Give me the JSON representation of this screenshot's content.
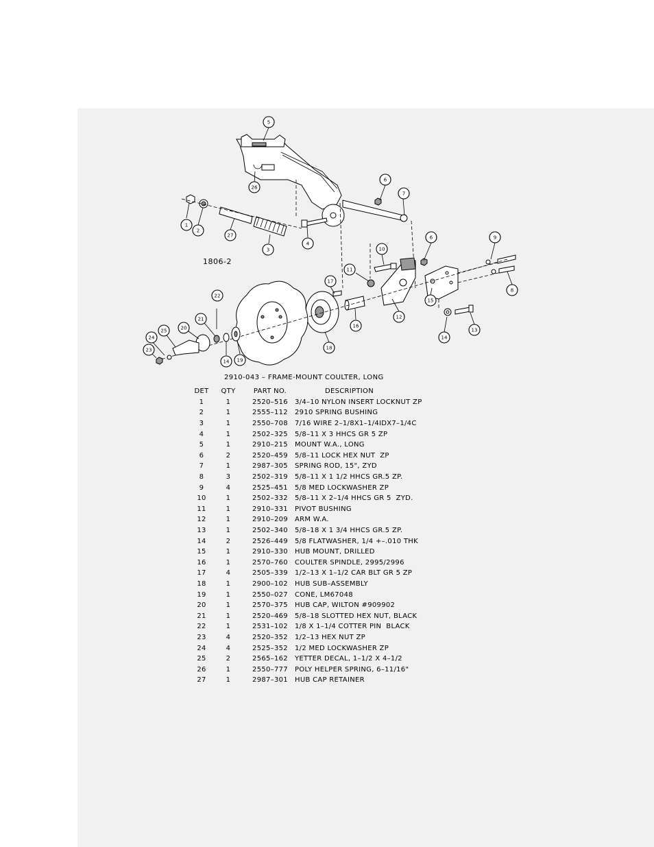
{
  "figure_label": "1806-2",
  "table_title": "2910-043 – FRAME-MOUNT COULTER, LONG",
  "columns": [
    "DET",
    "QTY",
    "PART NO.",
    "DESCRIPTION"
  ],
  "rows": [
    {
      "det": "1",
      "qty": "1",
      "part": "2520–516",
      "desc": "3/4–10 NYLON INSERT LOCKNUT ZP"
    },
    {
      "det": "2",
      "qty": "1",
      "part": "2555–112",
      "desc": "2910 SPRING BUSHING"
    },
    {
      "det": "3",
      "qty": "1",
      "part": "2550–708",
      "desc": "7/16 WIRE 2–1/8X1–1/4IDX7–1/4C"
    },
    {
      "det": "4",
      "qty": "1",
      "part": "2502–325",
      "desc": "5/8–11 X 3 HHCS GR 5 ZP"
    },
    {
      "det": "5",
      "qty": "1",
      "part": "2910–215",
      "desc": "MOUNT W.A., LONG"
    },
    {
      "det": "6",
      "qty": "2",
      "part": "2520–459",
      "desc": "5/8–11 LOCK HEX NUT  ZP"
    },
    {
      "det": "7",
      "qty": "1",
      "part": "2987–305",
      "desc": "SPRING ROD, 15\", ZYD"
    },
    {
      "det": "8",
      "qty": "3",
      "part": "2502–319",
      "desc": "5/8–11 X 1 1/2 HHCS GR.5 ZP."
    },
    {
      "det": "9",
      "qty": "4",
      "part": "2525–451",
      "desc": "5/8 MED LOCKWASHER ZP"
    },
    {
      "det": "10",
      "qty": "1",
      "part": "2502–332",
      "desc": "5/8–11 X 2–1/4 HHCS GR 5  ZYD."
    },
    {
      "det": "11",
      "qty": "1",
      "part": "2910–331",
      "desc": "PIVOT BUSHING"
    },
    {
      "det": "12",
      "qty": "1",
      "part": "2910–209",
      "desc": "ARM W.A."
    },
    {
      "det": "13",
      "qty": "1",
      "part": "2502–340",
      "desc": "5/8–18 X 1 3/4 HHCS GR.5 ZP."
    },
    {
      "det": "14",
      "qty": "2",
      "part": "2526–449",
      "desc": "5/8 FLATWASHER, 1/4 +–.010 THK"
    },
    {
      "det": "15",
      "qty": "1",
      "part": "2910–330",
      "desc": "HUB MOUNT, DRILLED"
    },
    {
      "det": "16",
      "qty": "1",
      "part": "2570–760",
      "desc": "COULTER SPINDLE, 2995/2996"
    },
    {
      "det": "17",
      "qty": "4",
      "part": "2505–339",
      "desc": "1/2–13 X 1–1/2 CAR BLT GR 5 ZP"
    },
    {
      "det": "18",
      "qty": "1",
      "part": "2900–102",
      "desc": "HUB SUB–ASSEMBLY"
    },
    {
      "det": "19",
      "qty": "1",
      "part": "2550–027",
      "desc": "CONE, LM67048"
    },
    {
      "det": "20",
      "qty": "1",
      "part": "2570–375",
      "desc": "HUB CAP, WILTON #909902"
    },
    {
      "det": "21",
      "qty": "1",
      "part": "2520–469",
      "desc": "5/8–18 SLOTTED HEX NUT, BLACK"
    },
    {
      "det": "22",
      "qty": "1",
      "part": "2531–102",
      "desc": "1/8 X 1–1/4 COTTER PIN  BLACK"
    },
    {
      "det": "23",
      "qty": "4",
      "part": "2520–352",
      "desc": "1/2–13 HEX NUT ZP"
    },
    {
      "det": "24",
      "qty": "4",
      "part": "2525–352",
      "desc": "1/2 MED LOCKWASHER ZP"
    },
    {
      "det": "25",
      "qty": "2",
      "part": "2565–162",
      "desc": "YETTER DECAL, 1–1/2 X 4–1/2"
    },
    {
      "det": "26",
      "qty": "1",
      "part": "2550–777",
      "desc": "POLY HELPER SPRING, 6–11/16\""
    },
    {
      "det": "27",
      "qty": "1",
      "part": "2987–301",
      "desc": "HUB CAP RETAINER"
    }
  ],
  "callouts": [
    "1",
    "2",
    "3",
    "4",
    "5",
    "6",
    "6",
    "7",
    "8",
    "9",
    "10",
    "11",
    "12",
    "13",
    "14",
    "14",
    "15",
    "16",
    "17",
    "18",
    "19",
    "20",
    "21",
    "22",
    "23",
    "24",
    "25",
    "26",
    "27"
  ]
}
